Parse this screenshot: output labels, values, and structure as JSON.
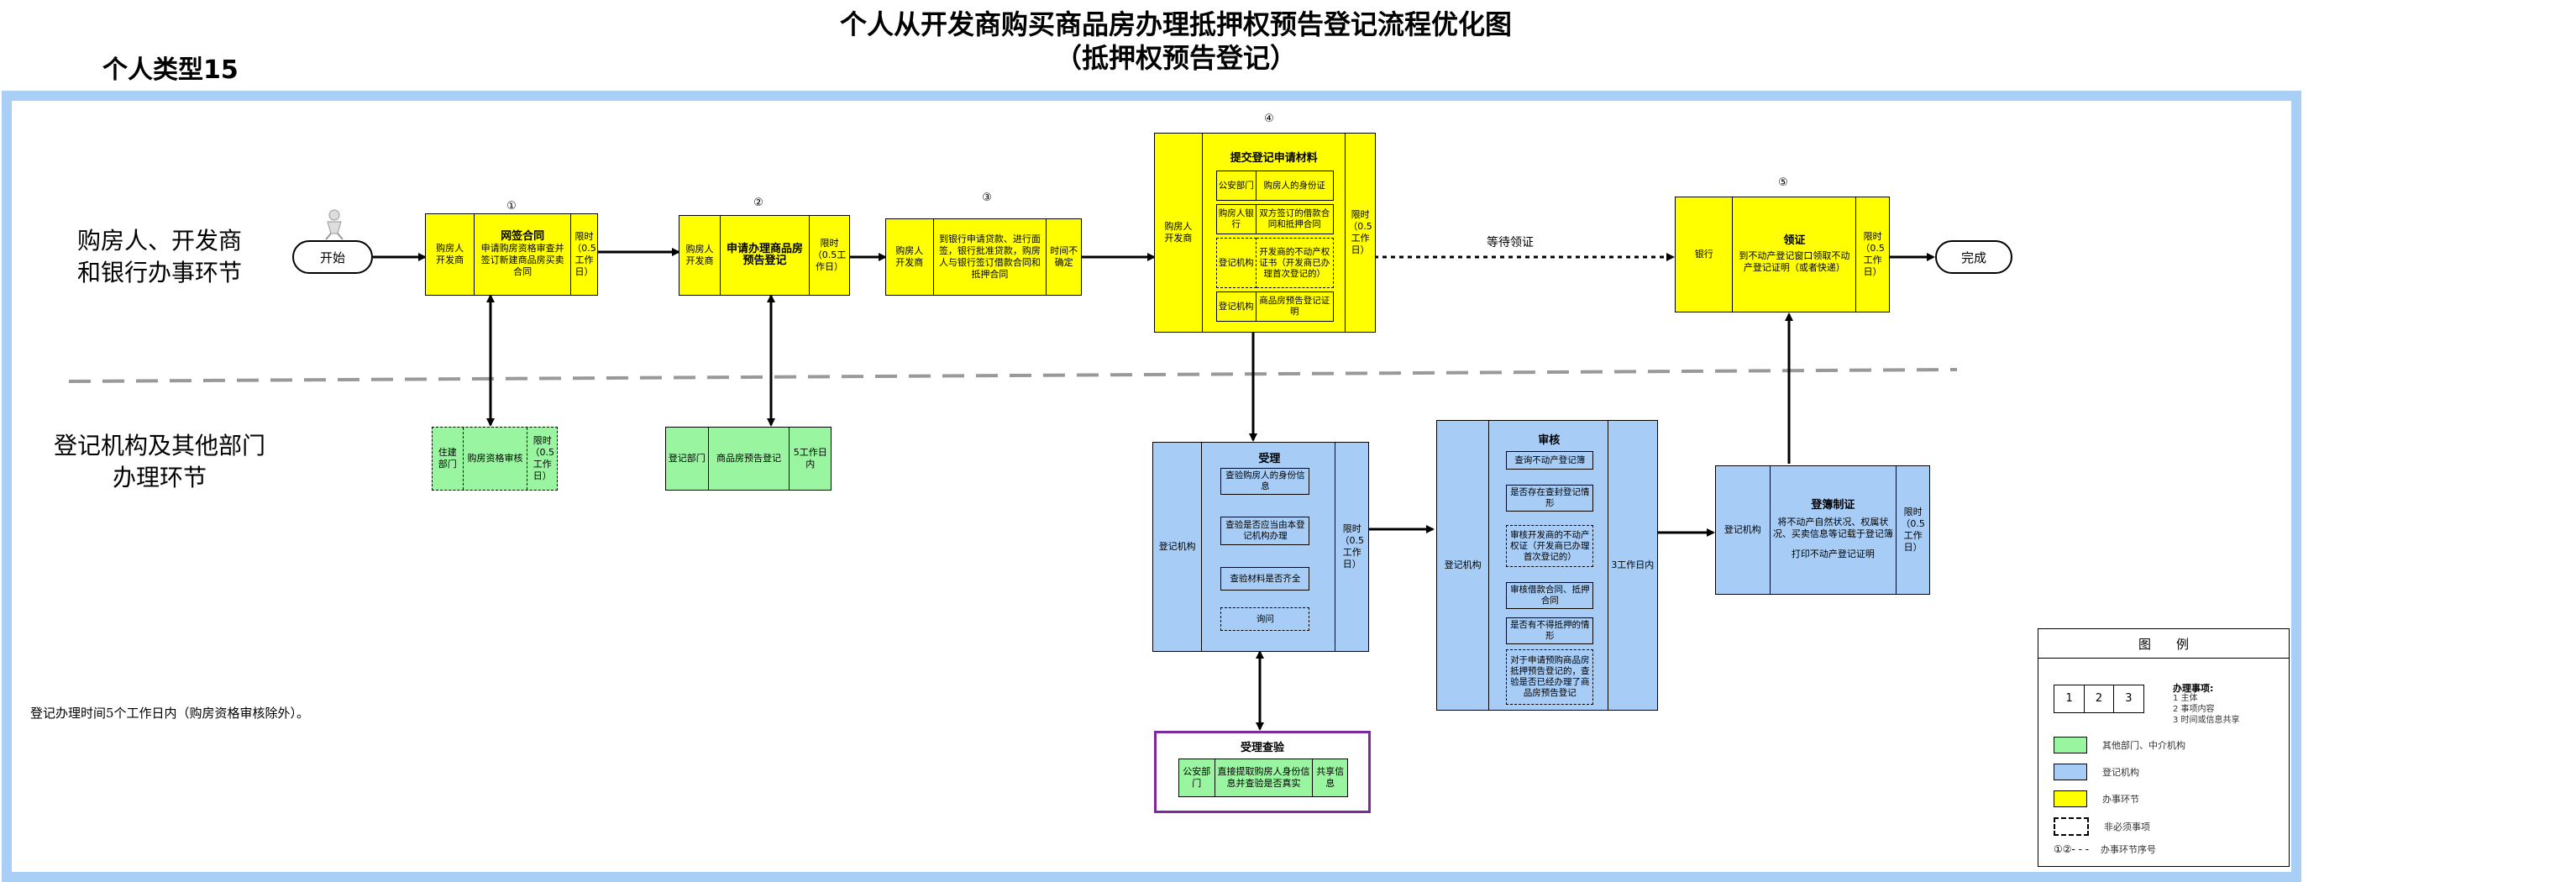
{
  "title_line1": "个人从开发商购买商品房办理抵押权预告登记流程优化图",
  "title_line2": "（抵押权预告登记）",
  "category": "个人类型15",
  "lanes": {
    "top": "购房人、开发商\n和银行办事环节",
    "bottom": "登记机构及其他部门\n办理环节"
  },
  "start": "开始",
  "end": "完成",
  "wait_label": "等待领证",
  "step_numbers": [
    "①",
    "②",
    "③",
    "④",
    "⑤"
  ],
  "step1": {
    "party": "购房人\n开发商",
    "title": "网签合同",
    "desc": "申请购房资格审查并签订新建商品房买卖合同",
    "time": "限时（0.5工作日）"
  },
  "step2": {
    "party": "购房人\n开发商",
    "title": "申请办理商品房预告登记",
    "time": "限时（0.5工作日）"
  },
  "step3": {
    "party": "购房人\n开发商",
    "desc": "到银行申请贷款、进行面签，银行批准贷款，购房人与银行签订借款合同和抵押合同",
    "time": "时间不确定"
  },
  "step4": {
    "party": "购房人\n开发商",
    "title": "提交登记申请材料",
    "rows": [
      {
        "who": "公安部门",
        "what": "购房人的身份证"
      },
      {
        "who": "购房人银行",
        "what": "双方签订的借款合同和抵押合同"
      },
      {
        "who": "登记机构",
        "what": "开发商的不动产权证书（开发商已办理首次登记的）"
      },
      {
        "who": "登记机构",
        "what": "商品房预告登记证明"
      }
    ],
    "time": "限时（0.5工作日）"
  },
  "step5": {
    "party": "银行",
    "title": "领证",
    "desc": "到不动产登记窗口领取不动产登记证明（或者快递）",
    "time": "限时（0.5工作日）"
  },
  "sub1": {
    "party": "住建部门",
    "desc": "购房资格审核",
    "time": "限时（0.5工作日）"
  },
  "sub2": {
    "party": "登记部门",
    "desc": "商品房预告登记",
    "time": "5工作日内"
  },
  "accept": {
    "party": "登记机构",
    "title": "受理",
    "items": [
      "查验购房人的身份信息",
      "查验是否应当由本登记机构办理",
      "查验材料是否齐全",
      "询问"
    ],
    "time": "限时（0.5工作日）"
  },
  "verify": {
    "title": "受理查验",
    "party": "公安部门",
    "desc": "直接提取购房人身份信息并查验是否真实",
    "share": "共享信息"
  },
  "review": {
    "party": "登记机构",
    "title": "审核",
    "items": [
      "查询不动产登记簿",
      "是否存在查封登记情形",
      "审核开发商的不动产权证（开发商已办理首次登记的）",
      "审核借款合同、抵押合同",
      "是否有不得抵押的情形",
      "对于申请预购商品房抵押预告登记的，查验是否已经办理了商品房预告登记"
    ],
    "time": "3工作日内"
  },
  "register": {
    "party": "登记机构",
    "title": "登簿制证",
    "desc1": "将不动产自然状况、权属状况、买卖信息等记载于登记簿",
    "desc2": "打印不动产登记证明",
    "time": "限时（0.5工作日）"
  },
  "note": "登记办理时间5个工作日内（购房资格审核除外）。",
  "legend": {
    "title": "图　　例",
    "box_nums": [
      "1",
      "2",
      "3"
    ],
    "items_title": "办理事项:",
    "items": [
      "1 主体",
      "2 事项内容",
      "3 时间或信息共享"
    ],
    "rows": [
      "其他部门、中介机构",
      "登记机构",
      "办事环节",
      "非必须事项",
      "办事环节序号"
    ],
    "seq_symbol": "①②- - -",
    "colors": {
      "green": "#9af5a0",
      "blue": "#a7cdf7",
      "yellow": "#ffff00"
    }
  }
}
